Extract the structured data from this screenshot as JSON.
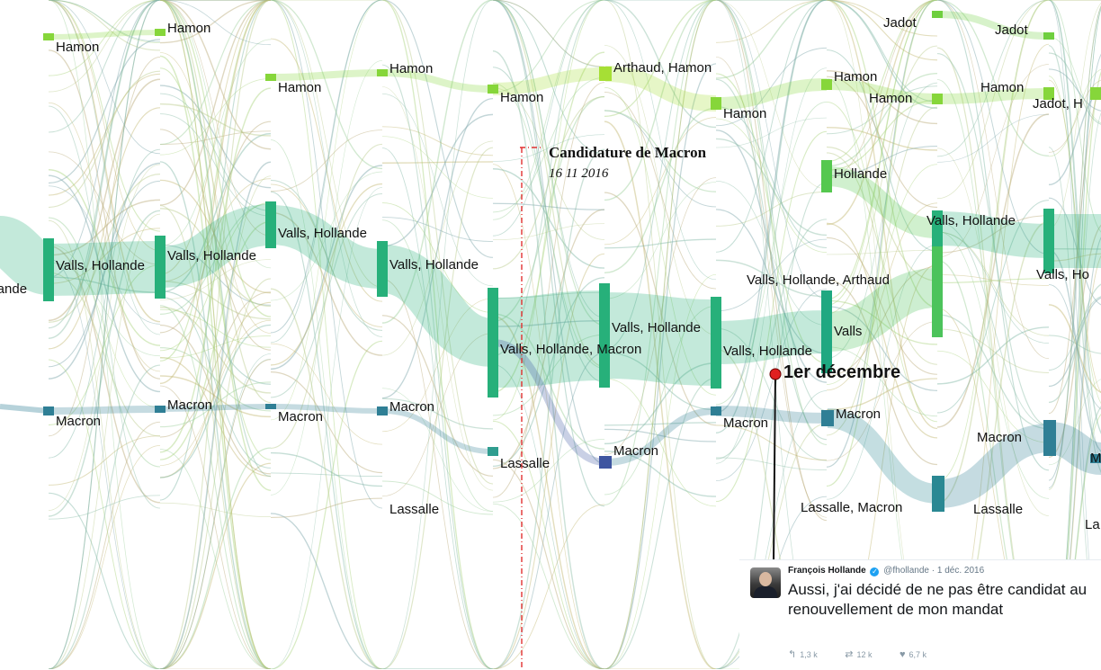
{
  "colors": {
    "hamon": "#86d63a",
    "jadot": "#6fcf3f",
    "arthaud_hamon": "#a6df35",
    "hollande": "#55c84f",
    "valls_hollande": "#27b07a",
    "valls_hollande_arthaud": "#4cc35b",
    "valls": "#1fa881",
    "macron": "#2f7f95",
    "macron_dark": "#3e55a0",
    "lassalle": "#2f9d8f",
    "lassalle_macron": "#2a8893",
    "event": "#e02020",
    "candidature_line": "#e03030"
  },
  "labels": {
    "hamon": "Hamon",
    "jadot": "Jadot",
    "jadot_cut": "Jadot, H",
    "arthaud_hamon": "Arthaud, Hamon",
    "hollande": "Hollande",
    "hollande_cut": "llande",
    "valls_hollande": "Valls, Hollande",
    "valls_hollande_cut": "Valls, Ho",
    "valls_hollande_macron": "Valls, Hollande, Macron",
    "valls_hollande_arthaud": "Valls, Hollande, Arthaud",
    "valls": "Valls",
    "macron": "Macron",
    "macron_cut": "M",
    "lassalle": "Lassalle",
    "lassalle_cut": "La",
    "lassalle_macron": "Lassalle, Macron"
  },
  "annotation": {
    "title": "Candidature de Macron",
    "date": "16 11 2016"
  },
  "event": {
    "label": "1er décembre"
  },
  "tweet": {
    "author": "François Hollande",
    "verified_icon": "verified-badge-icon",
    "meta": "@fhollande · 1 déc. 2016",
    "text": "Aussi, j'ai décidé de ne pas être candidat au renouvellement de mon mandat",
    "replies": "1,3 k",
    "retweets": "12 k",
    "likes": "6,7 k",
    "icons": [
      "reply-icon",
      "retweet-icon",
      "heart-icon"
    ]
  }
}
